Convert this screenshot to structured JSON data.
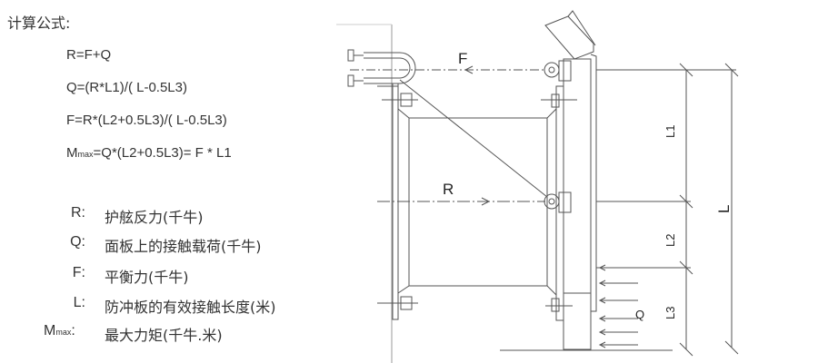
{
  "title": "计算公式:",
  "formulas": {
    "f1": "R=F+Q",
    "f2": "Q=(R*L1)/( L-0.5L3)",
    "f3": "F=R*(L2+0.5L3)/( L-0.5L3)",
    "f4_m": "M",
    "f4_sub": "max",
    "f4_rest": "=Q*(L2+0.5L3)= F * L1"
  },
  "legend": [
    {
      "key": "R:",
      "text": "护舷反力(千牛)"
    },
    {
      "key": "Q:",
      "text": "面板上的接触载荷(千牛)"
    },
    {
      "key": "F:",
      "text": "平衡力(千牛)"
    },
    {
      "key": "L:",
      "text": "防冲板的有效接触长度(米)"
    },
    {
      "key_m": "M",
      "key_sub": "max",
      "key_colon": ":",
      "text": "最大力矩(千牛.米)"
    }
  ],
  "diagram": {
    "label_f": "F",
    "label_r": "R",
    "label_q": "Q",
    "label_l1": "L1",
    "label_l2": "L2",
    "label_l3": "L3",
    "label_l": "L"
  },
  "colors": {
    "line": "#555555",
    "text": "#333333"
  }
}
